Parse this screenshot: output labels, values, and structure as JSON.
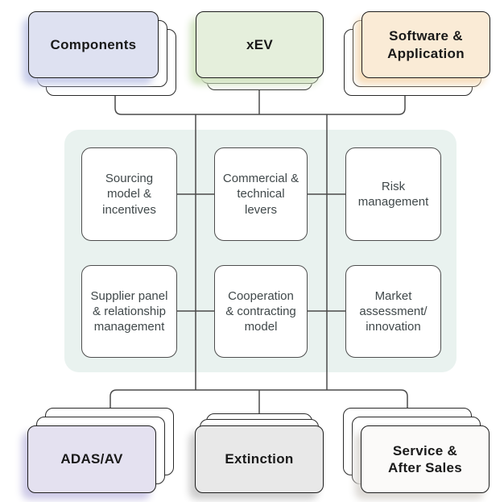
{
  "top_cards": [
    {
      "id": "components",
      "label": "Components",
      "fill": "#dee1f1"
    },
    {
      "id": "xev",
      "label": "xEV",
      "fill": "#e5efdc"
    },
    {
      "id": "software-application",
      "label": "Software &\nApplication",
      "fill": "#faebd6"
    }
  ],
  "bottom_cards": [
    {
      "id": "adas-av",
      "label": "ADAS/AV",
      "fill": "#e4e1f0"
    },
    {
      "id": "extinction",
      "label": "Extinction",
      "fill": "#e8e8e8"
    },
    {
      "id": "service-after-sales",
      "label": "Service &\nAfter Sales",
      "fill": "#fbfaf9"
    }
  ],
  "levers": [
    {
      "label": "Sourcing\nmodel &\nincentives"
    },
    {
      "label": "Commercial &\ntechnical\nlevers"
    },
    {
      "label": "Risk\nmanagement"
    },
    {
      "label": "Supplier panel\n& relationship\nmanagement"
    },
    {
      "label": "Cooperation\n& contracting\nmodel"
    },
    {
      "label": "Market\nassessment/\ninnovation"
    }
  ],
  "colors": {
    "panel_background": "#e9f2ef",
    "connector_line": "#4a4a4a",
    "card_border": "#1d1d1d",
    "lever_box_border": "#4e4e4e",
    "lever_text": "#40484a",
    "card_text": "#191919"
  }
}
